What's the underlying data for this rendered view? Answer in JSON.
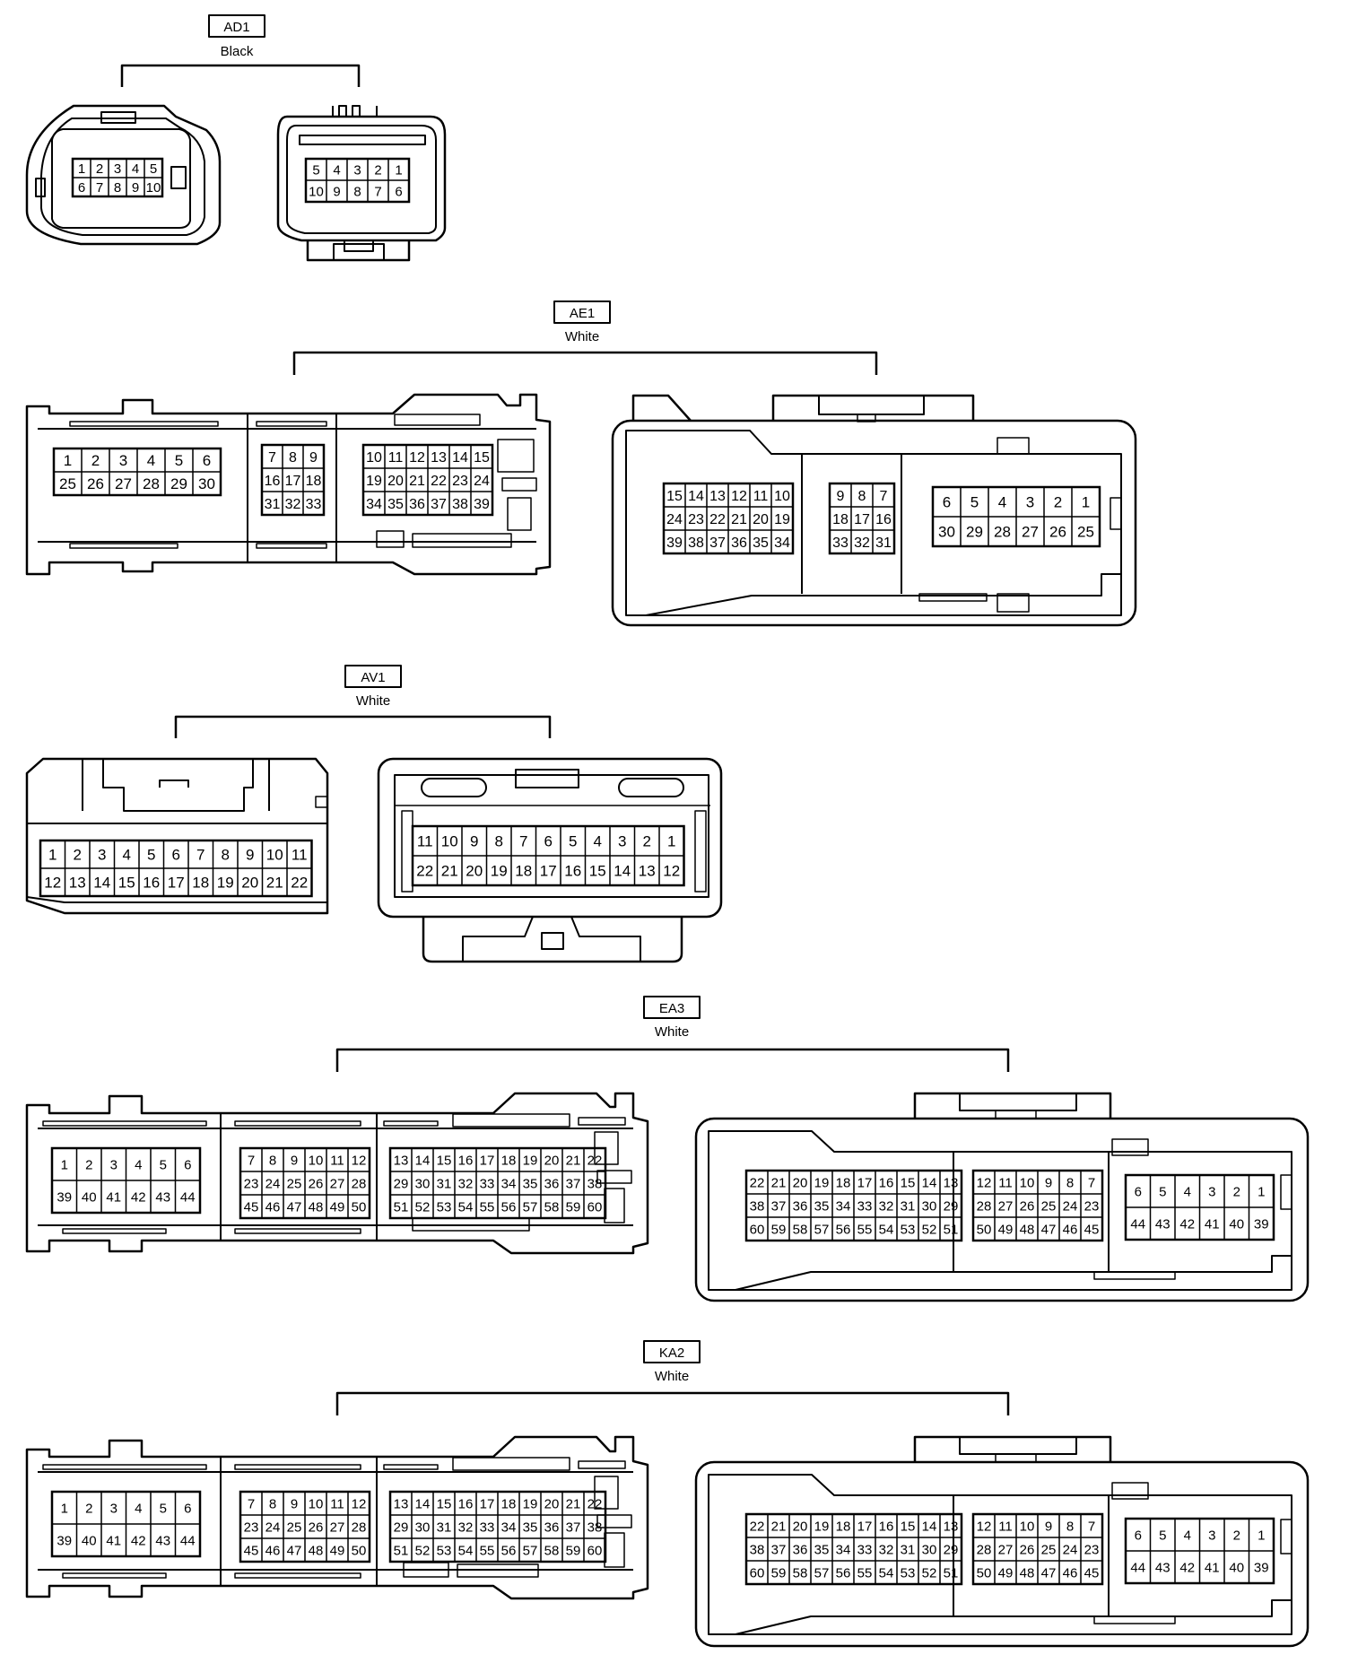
{
  "connectors": [
    {
      "id": "ad1",
      "label": "AD1",
      "color": "Black",
      "left_rows": [
        [
          "1",
          "2",
          "3",
          "4",
          "5"
        ],
        [
          "6",
          "7",
          "8",
          "9",
          "10"
        ]
      ],
      "right_rows": [
        [
          "5",
          "4",
          "3",
          "2",
          "1"
        ],
        [
          "10",
          "9",
          "8",
          "7",
          "6"
        ]
      ]
    },
    {
      "id": "ae1",
      "label": "AE1",
      "color": "White",
      "left_blocks": [
        [
          [
            "1",
            "2",
            "3",
            "4",
            "5",
            "6"
          ],
          [
            "25",
            "26",
            "27",
            "28",
            "29",
            "30"
          ]
        ],
        [
          [
            "7",
            "8",
            "9"
          ],
          [
            "16",
            "17",
            "18"
          ],
          [
            "31",
            "32",
            "33"
          ]
        ],
        [
          [
            "10",
            "11",
            "12",
            "13",
            "14",
            "15"
          ],
          [
            "19",
            "20",
            "21",
            "22",
            "23",
            "24"
          ],
          [
            "34",
            "35",
            "36",
            "37",
            "38",
            "39"
          ]
        ]
      ],
      "right_blocks": [
        [
          [
            "15",
            "14",
            "13",
            "12",
            "11",
            "10"
          ],
          [
            "24",
            "23",
            "22",
            "21",
            "20",
            "19"
          ],
          [
            "39",
            "38",
            "37",
            "36",
            "35",
            "34"
          ]
        ],
        [
          [
            "9",
            "8",
            "7"
          ],
          [
            "18",
            "17",
            "16"
          ],
          [
            "33",
            "32",
            "31"
          ]
        ],
        [
          [
            "6",
            "5",
            "4",
            "3",
            "2",
            "1"
          ],
          [
            "30",
            "29",
            "28",
            "27",
            "26",
            "25"
          ]
        ]
      ]
    },
    {
      "id": "av1",
      "label": "AV1",
      "color": "White",
      "left_rows": [
        [
          "1",
          "2",
          "3",
          "4",
          "5",
          "6",
          "7",
          "8",
          "9",
          "10",
          "11"
        ],
        [
          "12",
          "13",
          "14",
          "15",
          "16",
          "17",
          "18",
          "19",
          "20",
          "21",
          "22"
        ]
      ],
      "right_rows": [
        [
          "11",
          "10",
          "9",
          "8",
          "7",
          "6",
          "5",
          "4",
          "3",
          "2",
          "1"
        ],
        [
          "22",
          "21",
          "20",
          "19",
          "18",
          "17",
          "16",
          "15",
          "14",
          "13",
          "12"
        ]
      ]
    },
    {
      "id": "ea3",
      "label": "EA3",
      "color": "White",
      "left_blocks": [
        [
          [
            "1",
            "2",
            "3",
            "4",
            "5",
            "6"
          ],
          [
            "39",
            "40",
            "41",
            "42",
            "43",
            "44"
          ]
        ],
        [
          [
            "7",
            "8",
            "9",
            "10",
            "11",
            "12"
          ],
          [
            "23",
            "24",
            "25",
            "26",
            "27",
            "28"
          ],
          [
            "45",
            "46",
            "47",
            "48",
            "49",
            "50"
          ]
        ],
        [
          [
            "13",
            "14",
            "15",
            "16",
            "17",
            "18",
            "19",
            "20",
            "21",
            "22"
          ],
          [
            "29",
            "30",
            "31",
            "32",
            "33",
            "34",
            "35",
            "36",
            "37",
            "38"
          ],
          [
            "51",
            "52",
            "53",
            "54",
            "55",
            "56",
            "57",
            "58",
            "59",
            "60"
          ]
        ]
      ],
      "right_blocks": [
        [
          [
            "22",
            "21",
            "20",
            "19",
            "18",
            "17",
            "16",
            "15",
            "14",
            "13"
          ],
          [
            "38",
            "37",
            "36",
            "35",
            "34",
            "33",
            "32",
            "31",
            "30",
            "29"
          ],
          [
            "60",
            "59",
            "58",
            "57",
            "56",
            "55",
            "54",
            "53",
            "52",
            "51"
          ]
        ],
        [
          [
            "12",
            "11",
            "10",
            "9",
            "8",
            "7"
          ],
          [
            "28",
            "27",
            "26",
            "25",
            "24",
            "23"
          ],
          [
            "50",
            "49",
            "48",
            "47",
            "46",
            "45"
          ]
        ],
        [
          [
            "6",
            "5",
            "4",
            "3",
            "2",
            "1"
          ],
          [
            "44",
            "43",
            "42",
            "41",
            "40",
            "39"
          ]
        ]
      ]
    },
    {
      "id": "ka2",
      "label": "KA2",
      "color": "White",
      "left_blocks": [
        [
          [
            "1",
            "2",
            "3",
            "4",
            "5",
            "6"
          ],
          [
            "39",
            "40",
            "41",
            "42",
            "43",
            "44"
          ]
        ],
        [
          [
            "7",
            "8",
            "9",
            "10",
            "11",
            "12"
          ],
          [
            "23",
            "24",
            "25",
            "26",
            "27",
            "28"
          ],
          [
            "45",
            "46",
            "47",
            "48",
            "49",
            "50"
          ]
        ],
        [
          [
            "13",
            "14",
            "15",
            "16",
            "17",
            "18",
            "19",
            "20",
            "21",
            "22"
          ],
          [
            "29",
            "30",
            "31",
            "32",
            "33",
            "34",
            "35",
            "36",
            "37",
            "38"
          ],
          [
            "51",
            "52",
            "53",
            "54",
            "55",
            "56",
            "57",
            "58",
            "59",
            "60"
          ]
        ]
      ],
      "right_blocks": [
        [
          [
            "22",
            "21",
            "20",
            "19",
            "18",
            "17",
            "16",
            "15",
            "14",
            "13"
          ],
          [
            "38",
            "37",
            "36",
            "35",
            "34",
            "33",
            "32",
            "31",
            "30",
            "29"
          ],
          [
            "60",
            "59",
            "58",
            "57",
            "56",
            "55",
            "54",
            "53",
            "52",
            "51"
          ]
        ],
        [
          [
            "12",
            "11",
            "10",
            "9",
            "8",
            "7"
          ],
          [
            "28",
            "27",
            "26",
            "25",
            "24",
            "23"
          ],
          [
            "50",
            "49",
            "48",
            "47",
            "46",
            "45"
          ]
        ],
        [
          [
            "6",
            "5",
            "4",
            "3",
            "2",
            "1"
          ],
          [
            "44",
            "43",
            "42",
            "41",
            "40",
            "39"
          ]
        ]
      ]
    }
  ]
}
